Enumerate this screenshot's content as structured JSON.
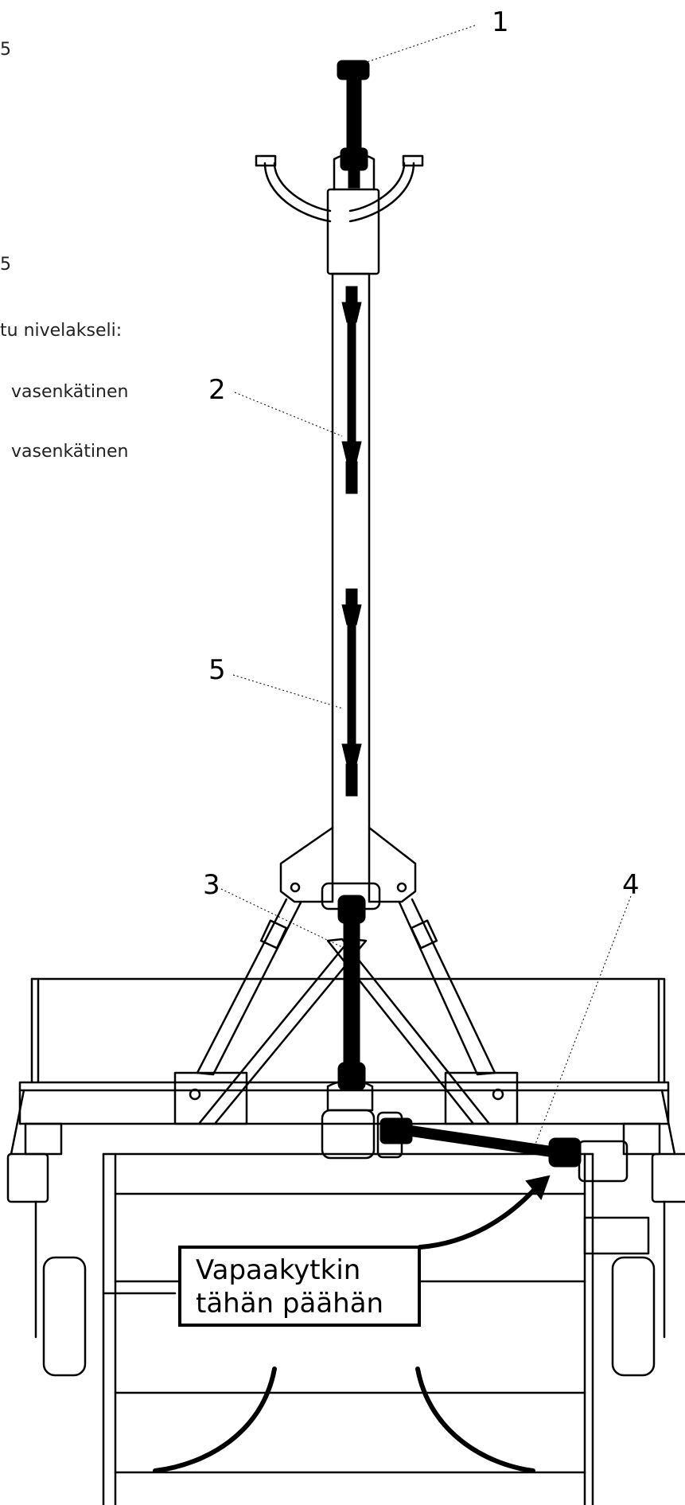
{
  "left_text": {
    "frag1": "5",
    "frag2": "5",
    "line1": "tu nivelakseli:",
    "line2": "vasenkätinen",
    "line3": "vasenkätinen"
  },
  "callouts": {
    "c1": "1",
    "c2": "2",
    "c3": "3",
    "c4": "4",
    "c5": "5"
  },
  "note": {
    "line1": "Vapaakytkin",
    "line2": "tähän päähän"
  }
}
